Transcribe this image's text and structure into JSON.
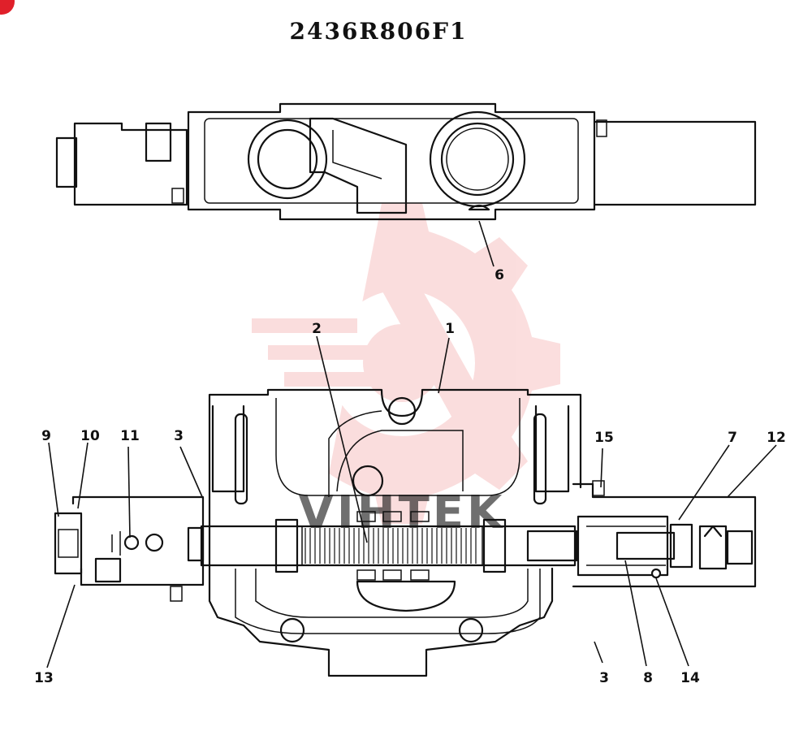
{
  "title": "2436R806F1",
  "watermark_text": "VIHTEK",
  "colors": {
    "ink": "#111111",
    "watermark": "#f3a0a0",
    "corner_badge": "#e0202a"
  },
  "callouts": {
    "c1": "1",
    "c2": "2",
    "c3a": "3",
    "c3b": "3",
    "c6": "6",
    "c7": "7",
    "c8": "8",
    "c9": "9",
    "c10": "10",
    "c11": "11",
    "c12": "12",
    "c13": "13",
    "c14": "14",
    "c15": "15"
  }
}
